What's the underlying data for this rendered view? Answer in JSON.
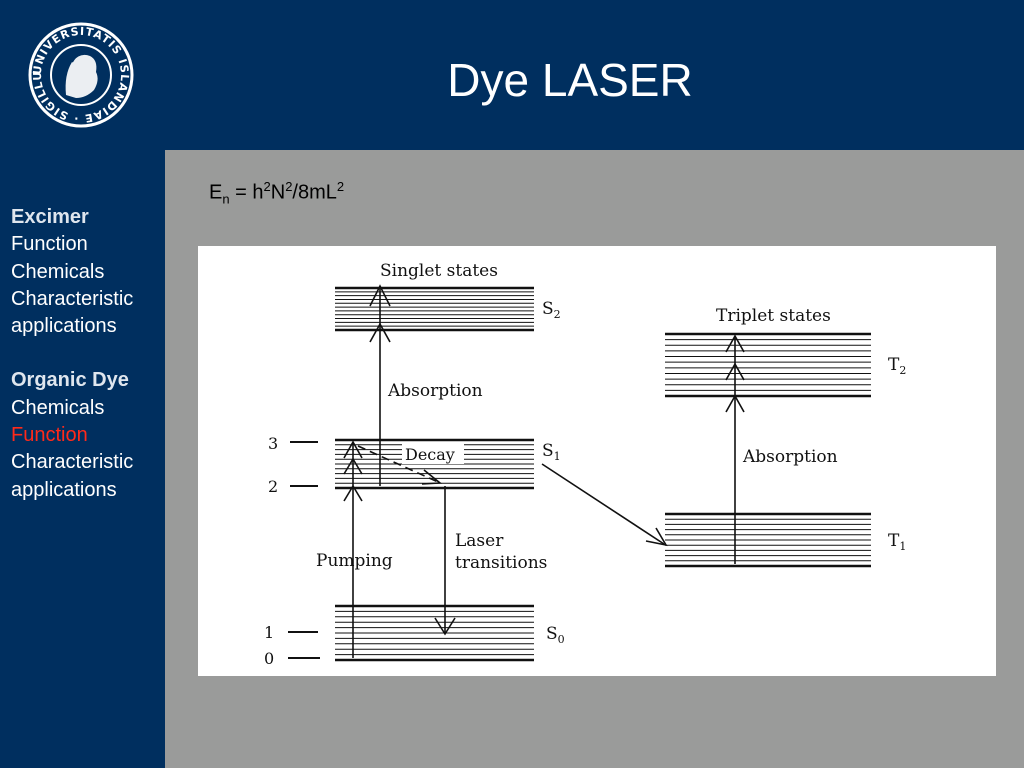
{
  "slide": {
    "title": "Dye LASER",
    "logo_text": "UNIVERSITATIS ISLANDIAE · SIGILLUM ·"
  },
  "sidebar": {
    "groups": [
      {
        "heading": "Excimer",
        "items": [
          "Function",
          "Chemicals",
          "Characteristic",
          "applications"
        ]
      },
      {
        "heading": "Organic Dye",
        "items": [
          "Chemicals",
          "Function",
          "Characteristic",
          "applications"
        ],
        "active_item": "Function"
      }
    ]
  },
  "formula": {
    "E": "E",
    "E_sub": "n",
    "eq": " = h",
    "sup1": "2",
    "N": "N",
    "sup2": "2",
    "rest": "/8mL",
    "sup3": "2"
  },
  "diagram": {
    "singlet_title": "Singlet states",
    "triplet_title": "Triplet states",
    "levels": {
      "s2": "S",
      "s2_sub": "2",
      "s1": "S",
      "s1_sub": "1",
      "s0": "S",
      "s0_sub": "0",
      "t2": "T",
      "t2_sub": "2",
      "t1": "T",
      "t1_sub": "1"
    },
    "absorption_singlet": "Absorption",
    "absorption_triplet": "Absorption",
    "decay": "Decay",
    "pumping": "Pumping",
    "laser_line1": "Laser",
    "laser_line2": "transitions",
    "ticks": [
      "3",
      "2",
      "1",
      "0"
    ]
  },
  "colors": {
    "background": "#002f5f",
    "content_bg": "#9a9b9a",
    "active": "#ff2a1a"
  }
}
